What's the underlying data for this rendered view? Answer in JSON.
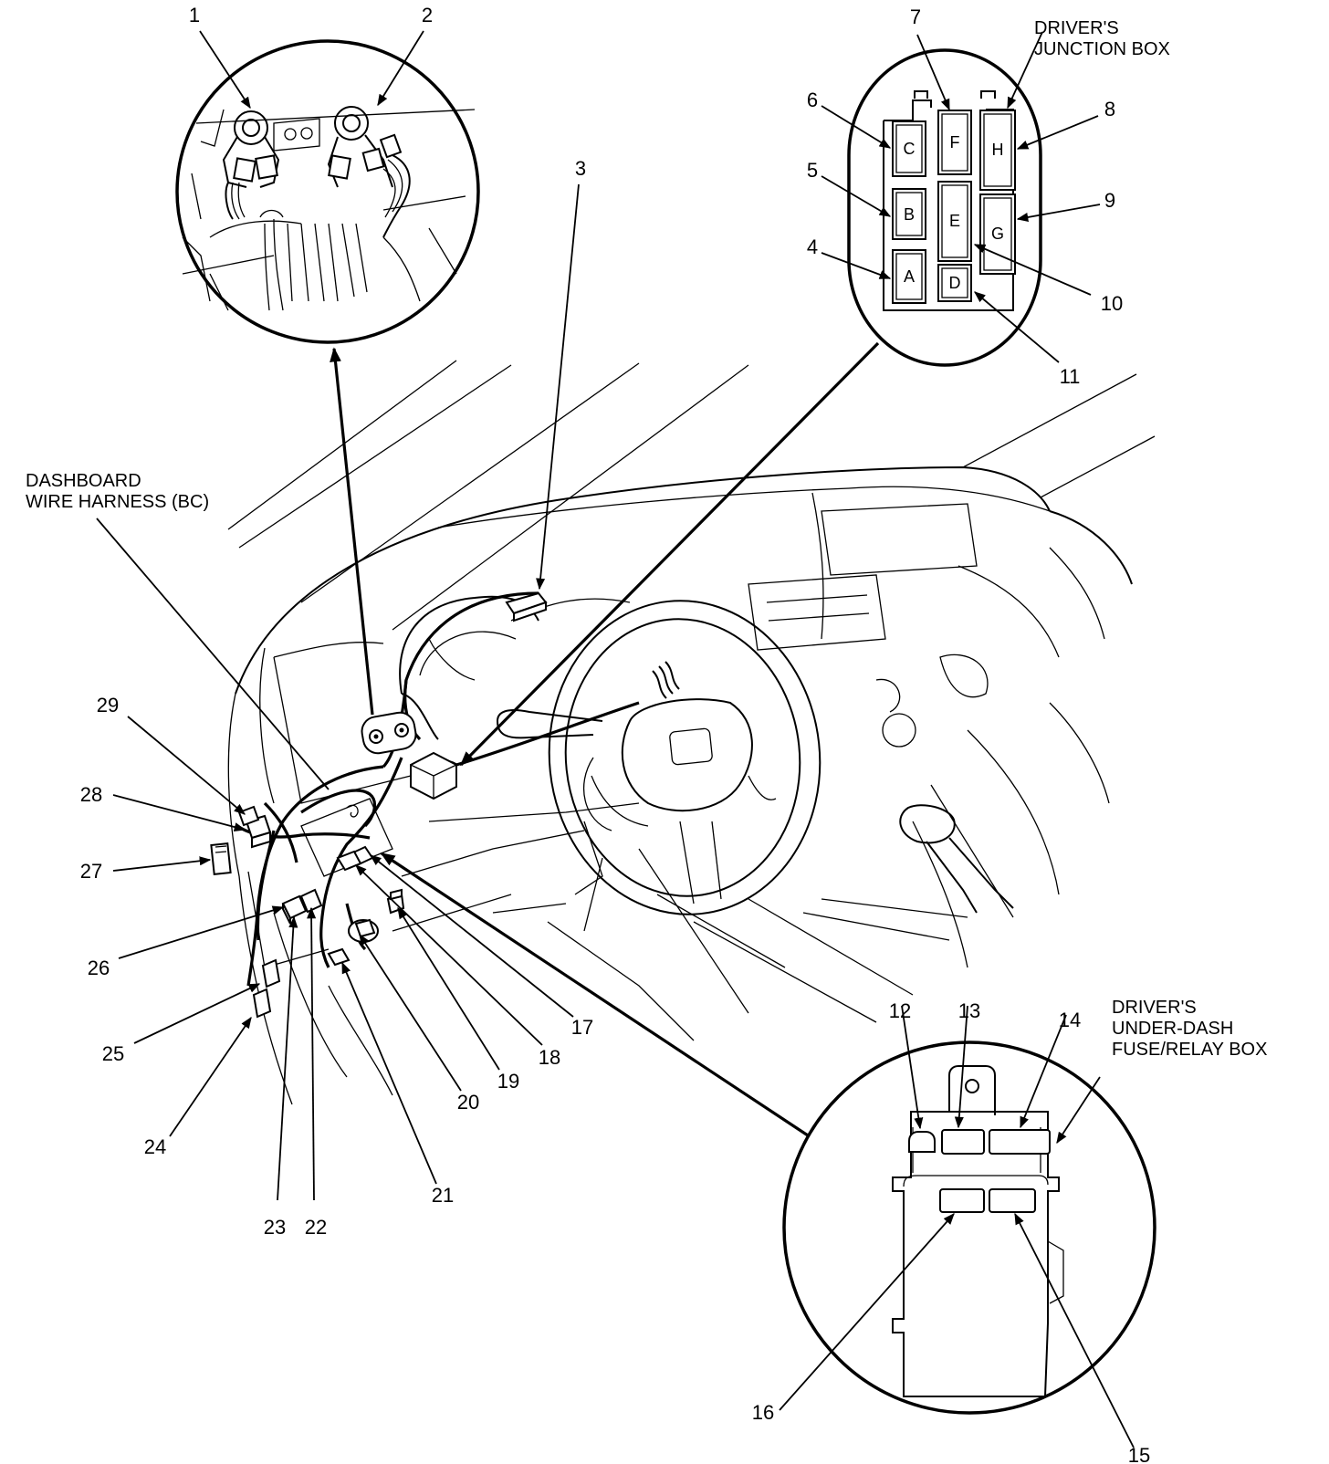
{
  "captions": {
    "junction_box": [
      "DRIVER'S",
      "JUNCTION BOX"
    ],
    "fuse_relay_box": [
      "DRIVER'S",
      "UNDER-DASH",
      "FUSE/RELAY BOX"
    ],
    "harness": [
      "DASHBOARD",
      "WIRE HARNESS (BC)"
    ]
  },
  "junction_box_connectors": [
    "A",
    "B",
    "C",
    "D",
    "E",
    "F",
    "G",
    "H"
  ],
  "callouts": [
    "1",
    "2",
    "3",
    "4",
    "5",
    "6",
    "7",
    "8",
    "9",
    "10",
    "11",
    "12",
    "13",
    "14",
    "15",
    "16",
    "17",
    "18",
    "19",
    "20",
    "21",
    "22",
    "23",
    "24",
    "25",
    "26",
    "27",
    "28",
    "29"
  ]
}
